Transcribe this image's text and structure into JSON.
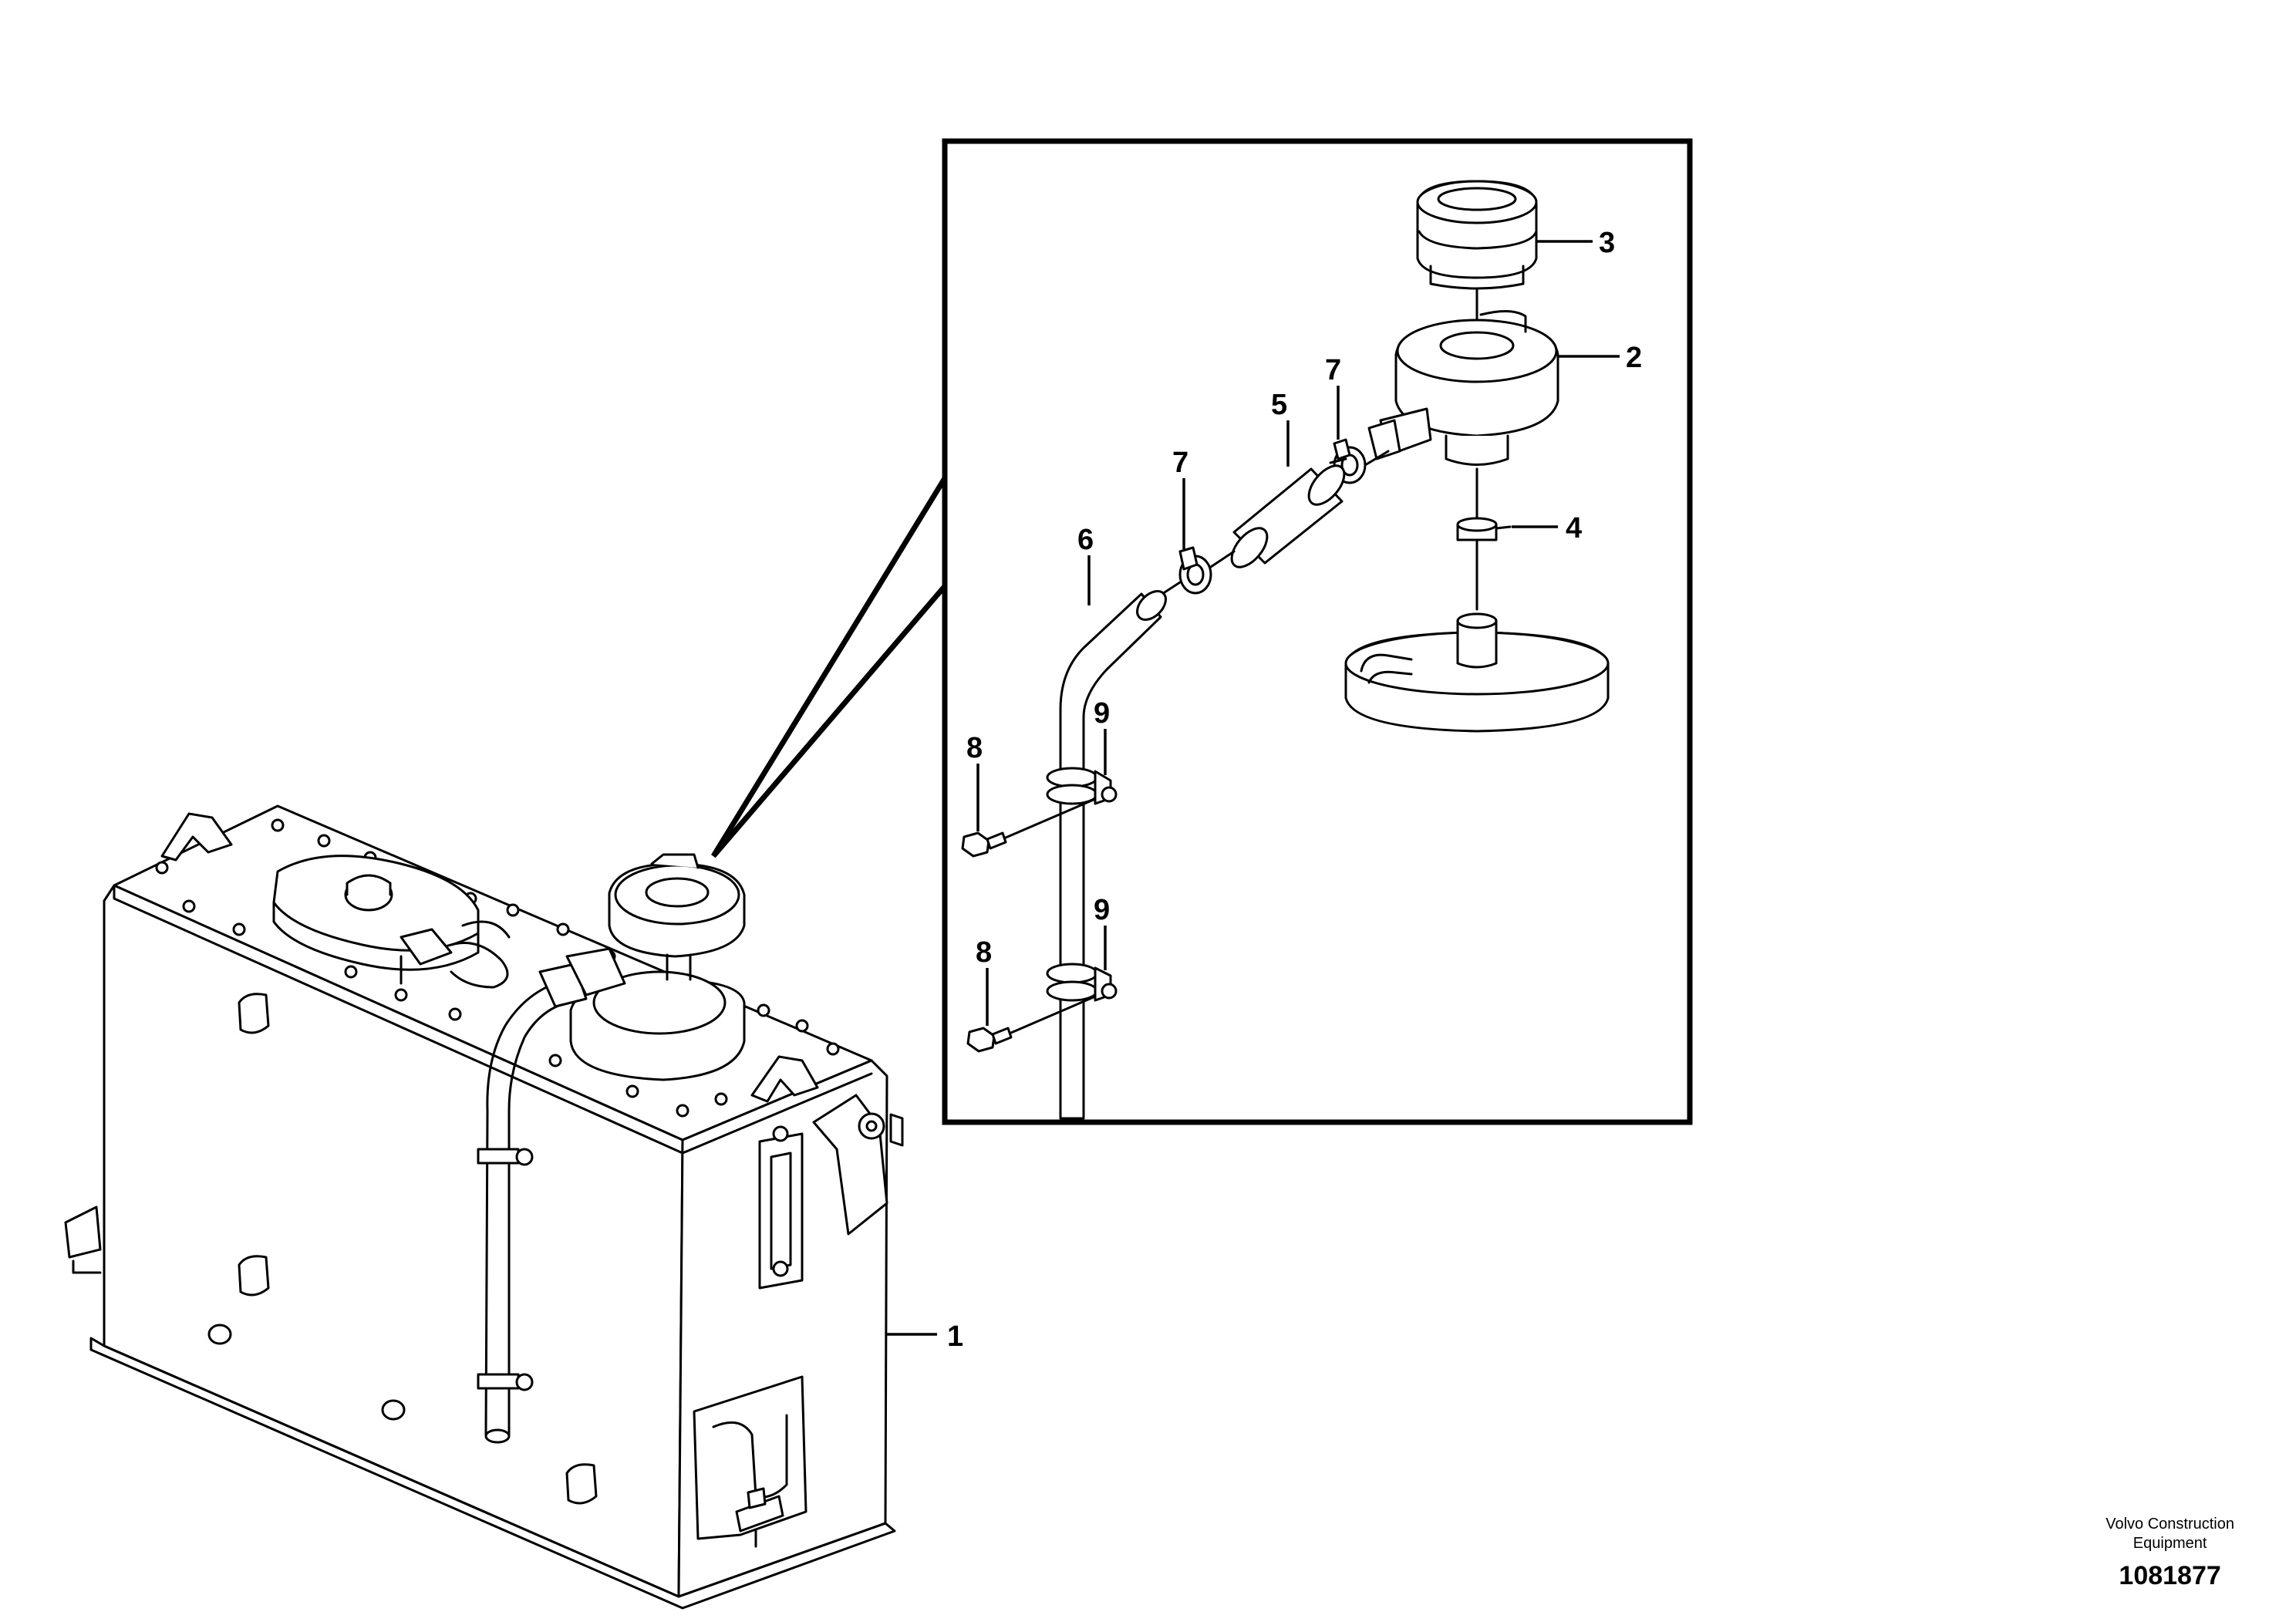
{
  "callouts": {
    "c1": "1",
    "c2": "2",
    "c3": "3",
    "c4": "4",
    "c5": "5",
    "c6": "6",
    "c7a": "7",
    "c7b": "7",
    "c8a": "8",
    "c8b": "8",
    "c9a": "9",
    "c9b": "9"
  },
  "footer": {
    "maker_line1": "Volvo Construction",
    "maker_line2": "Equipment",
    "code": "1081877"
  }
}
